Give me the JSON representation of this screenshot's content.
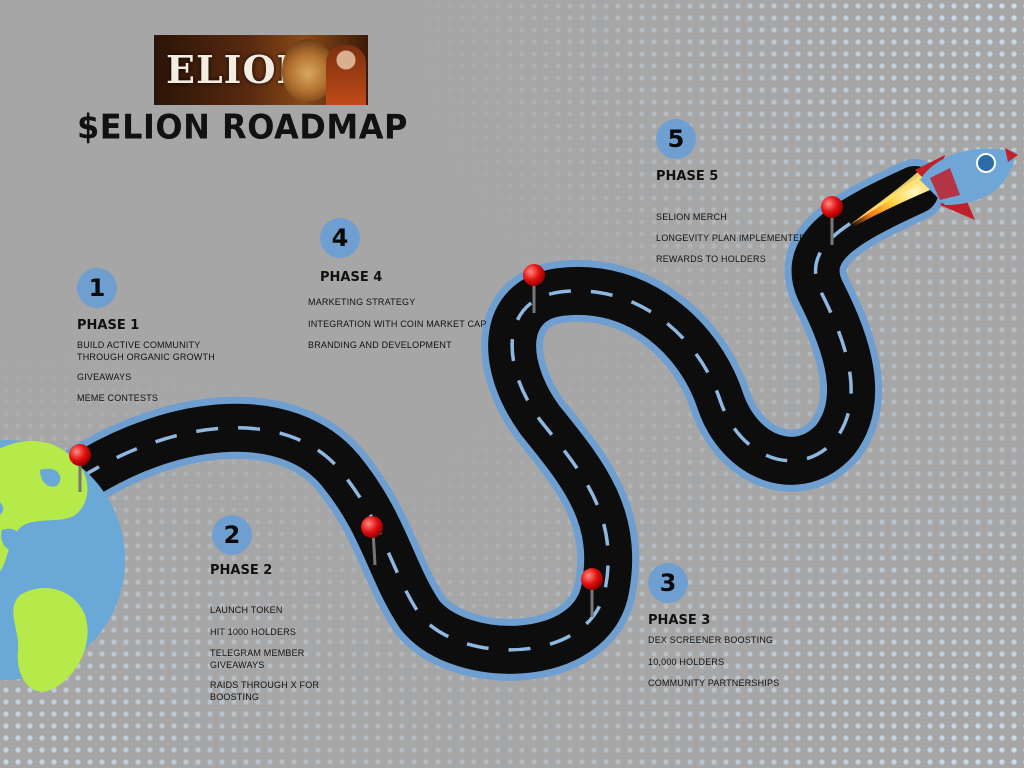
{
  "logo": {
    "text": "ELION"
  },
  "title": "$ELION ROADMAP",
  "phases": [
    {
      "number": "1",
      "title": "PHASE 1",
      "items": [
        "BUILD ACTIVE COMMUNITY THROUGH ORGANIC GROWTH",
        "GIVEAWAYS",
        "MEME CONTESTS"
      ]
    },
    {
      "number": "2",
      "title": "PHASE 2",
      "items": [
        "LAUNCH TOKEN",
        "HIT 1000 HOLDERS",
        "TELEGRAM MEMBER GIVEAWAYS",
        "RAIDS THROUGH X FOR BOOSTING"
      ]
    },
    {
      "number": "3",
      "title": "PHASE 3",
      "items": [
        "DEX SCREENER BOOSTING",
        "10,000 HOLDERS",
        "COMMUNITY PARTNERSHIPS"
      ]
    },
    {
      "number": "4",
      "title": "PHASE 4",
      "items": [
        "MARKETING STRATEGY",
        "INTEGRATION WITH COIN MARKET CAP",
        "BRANDING AND DEVELOPMENT"
      ]
    },
    {
      "number": "5",
      "title": "PHASE 5",
      "items": [
        "SELION MERCH",
        "LONGEVITY PLAN IMPLEMENTED",
        "REWARDS TO HOLDERS"
      ]
    }
  ],
  "colors": {
    "background": "#a6a6a6",
    "badge": "#6f9fd0",
    "road": "#0d0d0d",
    "road_border": "#6f9fd0",
    "pin": "#e01010",
    "earth_ocean": "#6aa8d8",
    "earth_land": "#b6ea4a",
    "rocket_body": "#6fa6d8",
    "rocket_fin": "#c0202a"
  },
  "icons": [
    "globe-icon",
    "rocket-icon",
    "map-pin-icon"
  ]
}
